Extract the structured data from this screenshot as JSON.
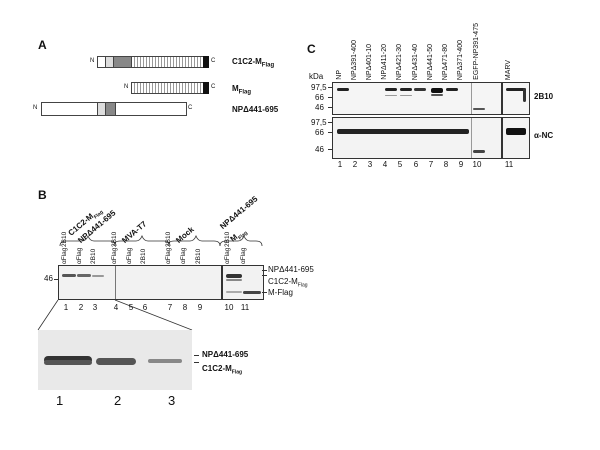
{
  "panelA": {
    "letter": "A",
    "constructs": [
      {
        "label": "C1C2-M",
        "sub": "Flag",
        "n": "N",
        "c": "C"
      },
      {
        "label": "M",
        "sub": "Flag",
        "n": "N",
        "c": "C"
      },
      {
        "label": "NPΔ441-695",
        "sub": "",
        "n": "N",
        "c": "C"
      }
    ]
  },
  "panelB": {
    "letter": "B",
    "groups": [
      {
        "line1": "C1C2-M",
        "line1_sub": "Flag",
        "line2": "NPΔ441-695"
      },
      {
        "line1": "MVA-T7"
      },
      {
        "line1": "Mock"
      },
      {
        "line1": "NPΔ441-695",
        "line2": "M",
        "line2_sub": "Flag"
      }
    ],
    "lane_antibodies": [
      [
        "αFlag",
        "2B10"
      ],
      [
        "αFlag"
      ],
      [
        "2B10"
      ],
      [
        "αFlag",
        "2B10"
      ],
      [
        "αFlag"
      ],
      [
        "2B10"
      ],
      [
        "αFlag",
        "2B10"
      ],
      [
        "αFlag"
      ],
      [
        "2B10"
      ],
      [
        "αFlag",
        "2B10"
      ],
      [
        "αFlag"
      ]
    ],
    "lane_numbers": [
      "1",
      "2",
      "3",
      "4",
      "5",
      "6",
      "7",
      "8",
      "9",
      "10",
      "11"
    ],
    "mw": "46",
    "right_labels": {
      "np": "NPΔ441-695",
      "c1c2": "C1C2-M",
      "c1c2_sub": "Flag",
      "mflag": "M-Flag"
    },
    "zoom": {
      "lane_numbers": [
        "1",
        "2",
        "3"
      ],
      "right_labels": {
        "np": "NPΔ441-695",
        "c1c2": "C1C2-M",
        "c1c2_sub": "Flag"
      }
    }
  },
  "panelC": {
    "letter": "C",
    "kda": "kDa",
    "lanes": [
      "NP",
      "NPΔ391-400",
      "NPΔ401-10",
      "NPΔ411-20",
      "NPΔ421-30",
      "NPΔ431-40",
      "NPΔ441-50",
      "NPΔ471-80",
      "NPΔ371-400",
      "EGFP-NP391-475",
      "MARV"
    ],
    "top_mw": [
      "97,5",
      "66",
      "46"
    ],
    "bottom_mw": [
      "97,5",
      "66",
      "46"
    ],
    "top_antibody": "2B10",
    "bottom_antibody": "α-NC",
    "lane_numbers": [
      "1",
      "2",
      "3",
      "4",
      "5",
      "6",
      "7",
      "8",
      "9",
      "10",
      "11"
    ]
  }
}
